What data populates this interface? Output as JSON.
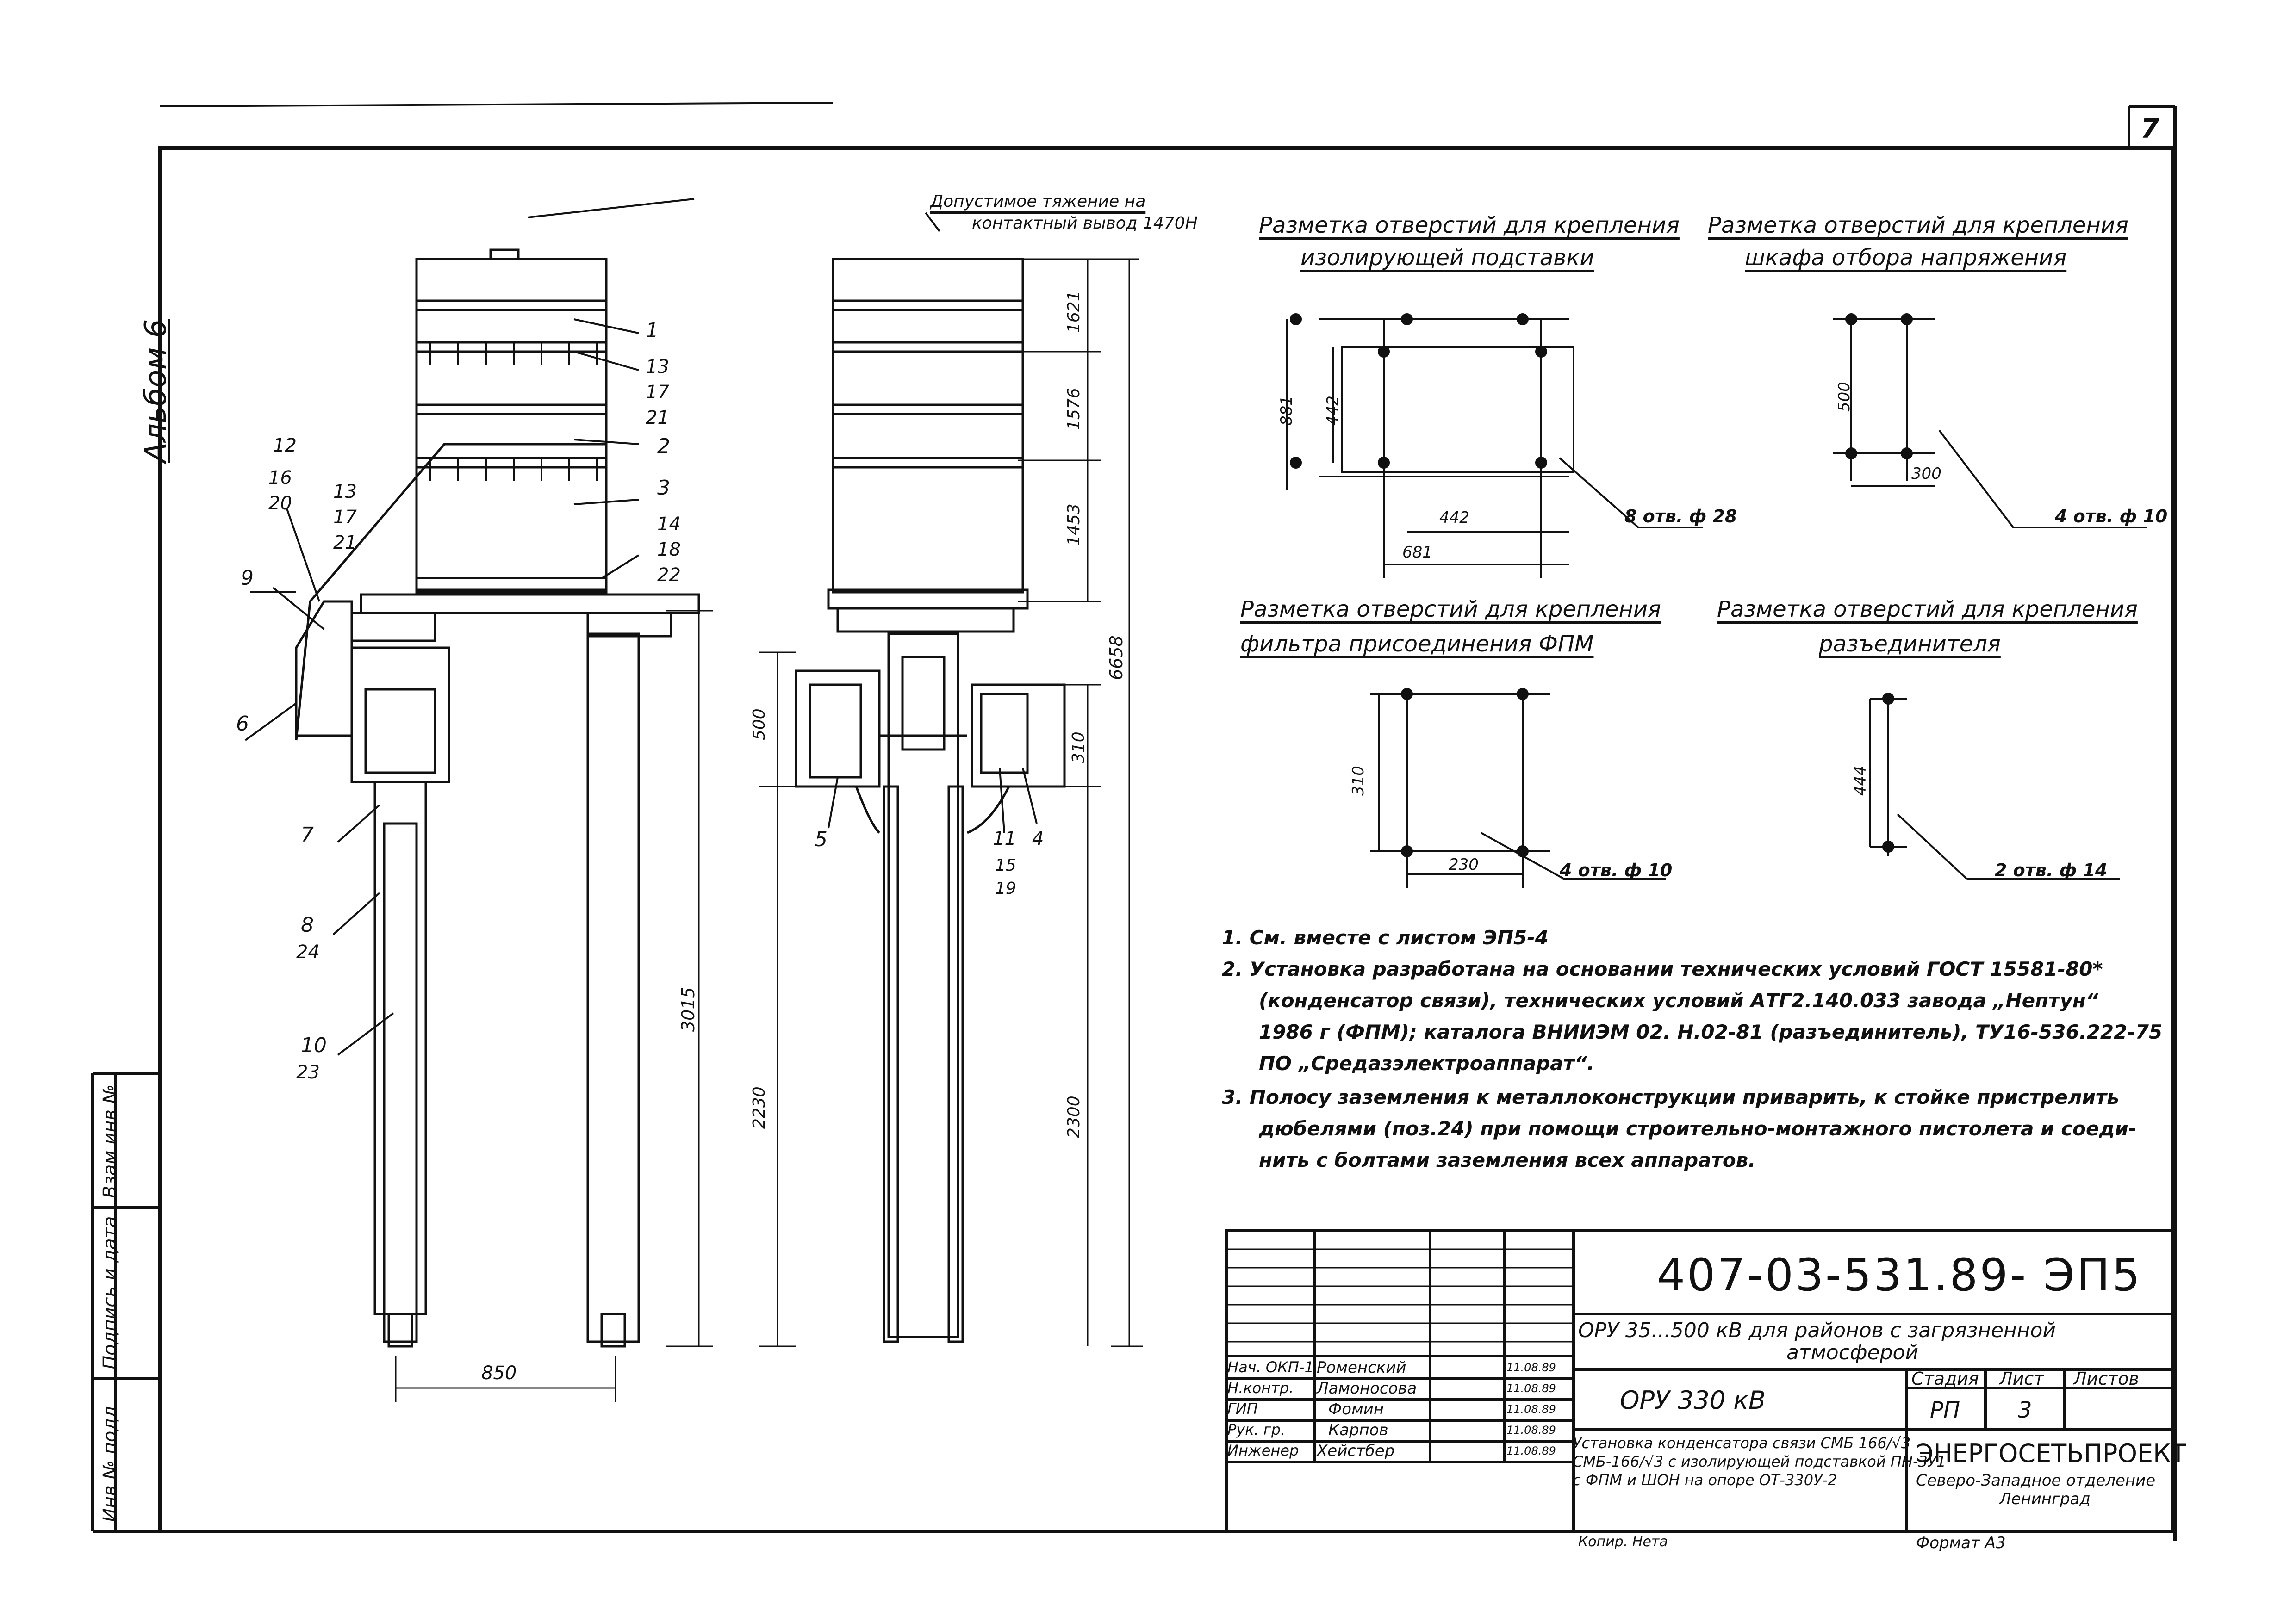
{
  "sheet_number": "7",
  "album_label": "Альбом 6",
  "left_margin_labels": [
    "Инв.№ подл.",
    "Подпись и дата",
    "Взам.инв.№"
  ],
  "top_note": [
    "Допустимое тяжение на",
    "контактный вывод 1470Н"
  ],
  "callouts": {
    "front": [
      "1",
      "13",
      "17",
      "21",
      "2",
      "3",
      "14",
      "18",
      "22",
      "12",
      "16",
      "20",
      "13",
      "17",
      "21",
      "9",
      "6",
      "7",
      "8",
      "24",
      "10",
      "23"
    ],
    "side": [
      "5",
      "11",
      "4",
      "15",
      "19"
    ]
  },
  "dimensions": {
    "front_width": "850",
    "front_height": "3015",
    "side": [
      "1621",
      "1576",
      "1453",
      "500",
      "310",
      "6658",
      "2230",
      "2300"
    ]
  },
  "details": [
    {
      "title": [
        "Разметка отверстий для крепления",
        "изолирующей подставки"
      ],
      "dims": [
        "881",
        "442",
        "442",
        "681"
      ],
      "holes": "8 отв. ф 28"
    },
    {
      "title": [
        "Разметка отверстий для крепления",
        "шкафа отбора напряжения"
      ],
      "dims": [
        "500",
        "300"
      ],
      "holes": "4 отв. ф 10"
    },
    {
      "title": [
        "Разметка отверстий для крепления",
        "фильтра присоединения ФПМ"
      ],
      "dims": [
        "310",
        "230"
      ],
      "holes": "4 отв. ф 10"
    },
    {
      "title": [
        "Разметка отверстий для крепления",
        "разъединителя"
      ],
      "dims": [
        "444"
      ],
      "holes": "2 отв. ф 14"
    }
  ],
  "notes": [
    "1. См. вместе с листом ЭП5-4",
    "2. Установка разработана на основании технических условий ГОСТ 15581-80*",
    "(конденсатор связи), технических условий АТГ2.140.033 завода „Нептун“",
    "1986 г (ФПМ); каталога ВНИИЭМ 02. Н.02-81 (разъединитель), ТУ16-536.222-75",
    "ПО „Средазэлектроаппарат“.",
    "3. Полосу заземления к металлоконструкции приварить, к стойке пристрелить",
    "дюбелями (поз.24) при помощи строительно-монтажного пистолета и соеди-",
    "нить с болтами заземления всех аппаратов."
  ],
  "title_block": {
    "doc_code": "407-03-531.89- ЭП5",
    "project_name": [
      "ОРУ 35...500 кВ для районов с загрязненной",
      "атмосферой"
    ],
    "sheet_title": "ОРУ 330 кВ",
    "stage_header": "Стадия",
    "sheet_header": "Лист",
    "sheets_header": "Листов",
    "stage": "РП",
    "sheet": "3",
    "sheets": "",
    "description": [
      "Установка конденсатора связи СМБ 166/√3",
      "СМБ-166/√3 с изолирующей подставкой ПН-3У1",
      "с ФПМ и ШОН на опоре ОТ-330У-2"
    ],
    "org": [
      "ЭНЕРГОСЕТЬПРОЕКТ",
      "Северо-Западное отделение",
      "Ленинград"
    ],
    "signers": [
      {
        "role": "Нач. ОКП-1",
        "name": "Роменский",
        "date": "11.08.89"
      },
      {
        "role": "Н.контр.",
        "name": "Ламоносова",
        "date": "11.08.89"
      },
      {
        "role": "ГИП",
        "name": "Фомин",
        "date": "11.08.89"
      },
      {
        "role": "Рук. гр.",
        "name": "Карпов",
        "date": "11.08.89"
      },
      {
        "role": "Инженер",
        "name": "Хейстбер",
        "date": "11.08.89"
      }
    ],
    "copied": "Копир. Нета",
    "format": "Формат А3"
  }
}
